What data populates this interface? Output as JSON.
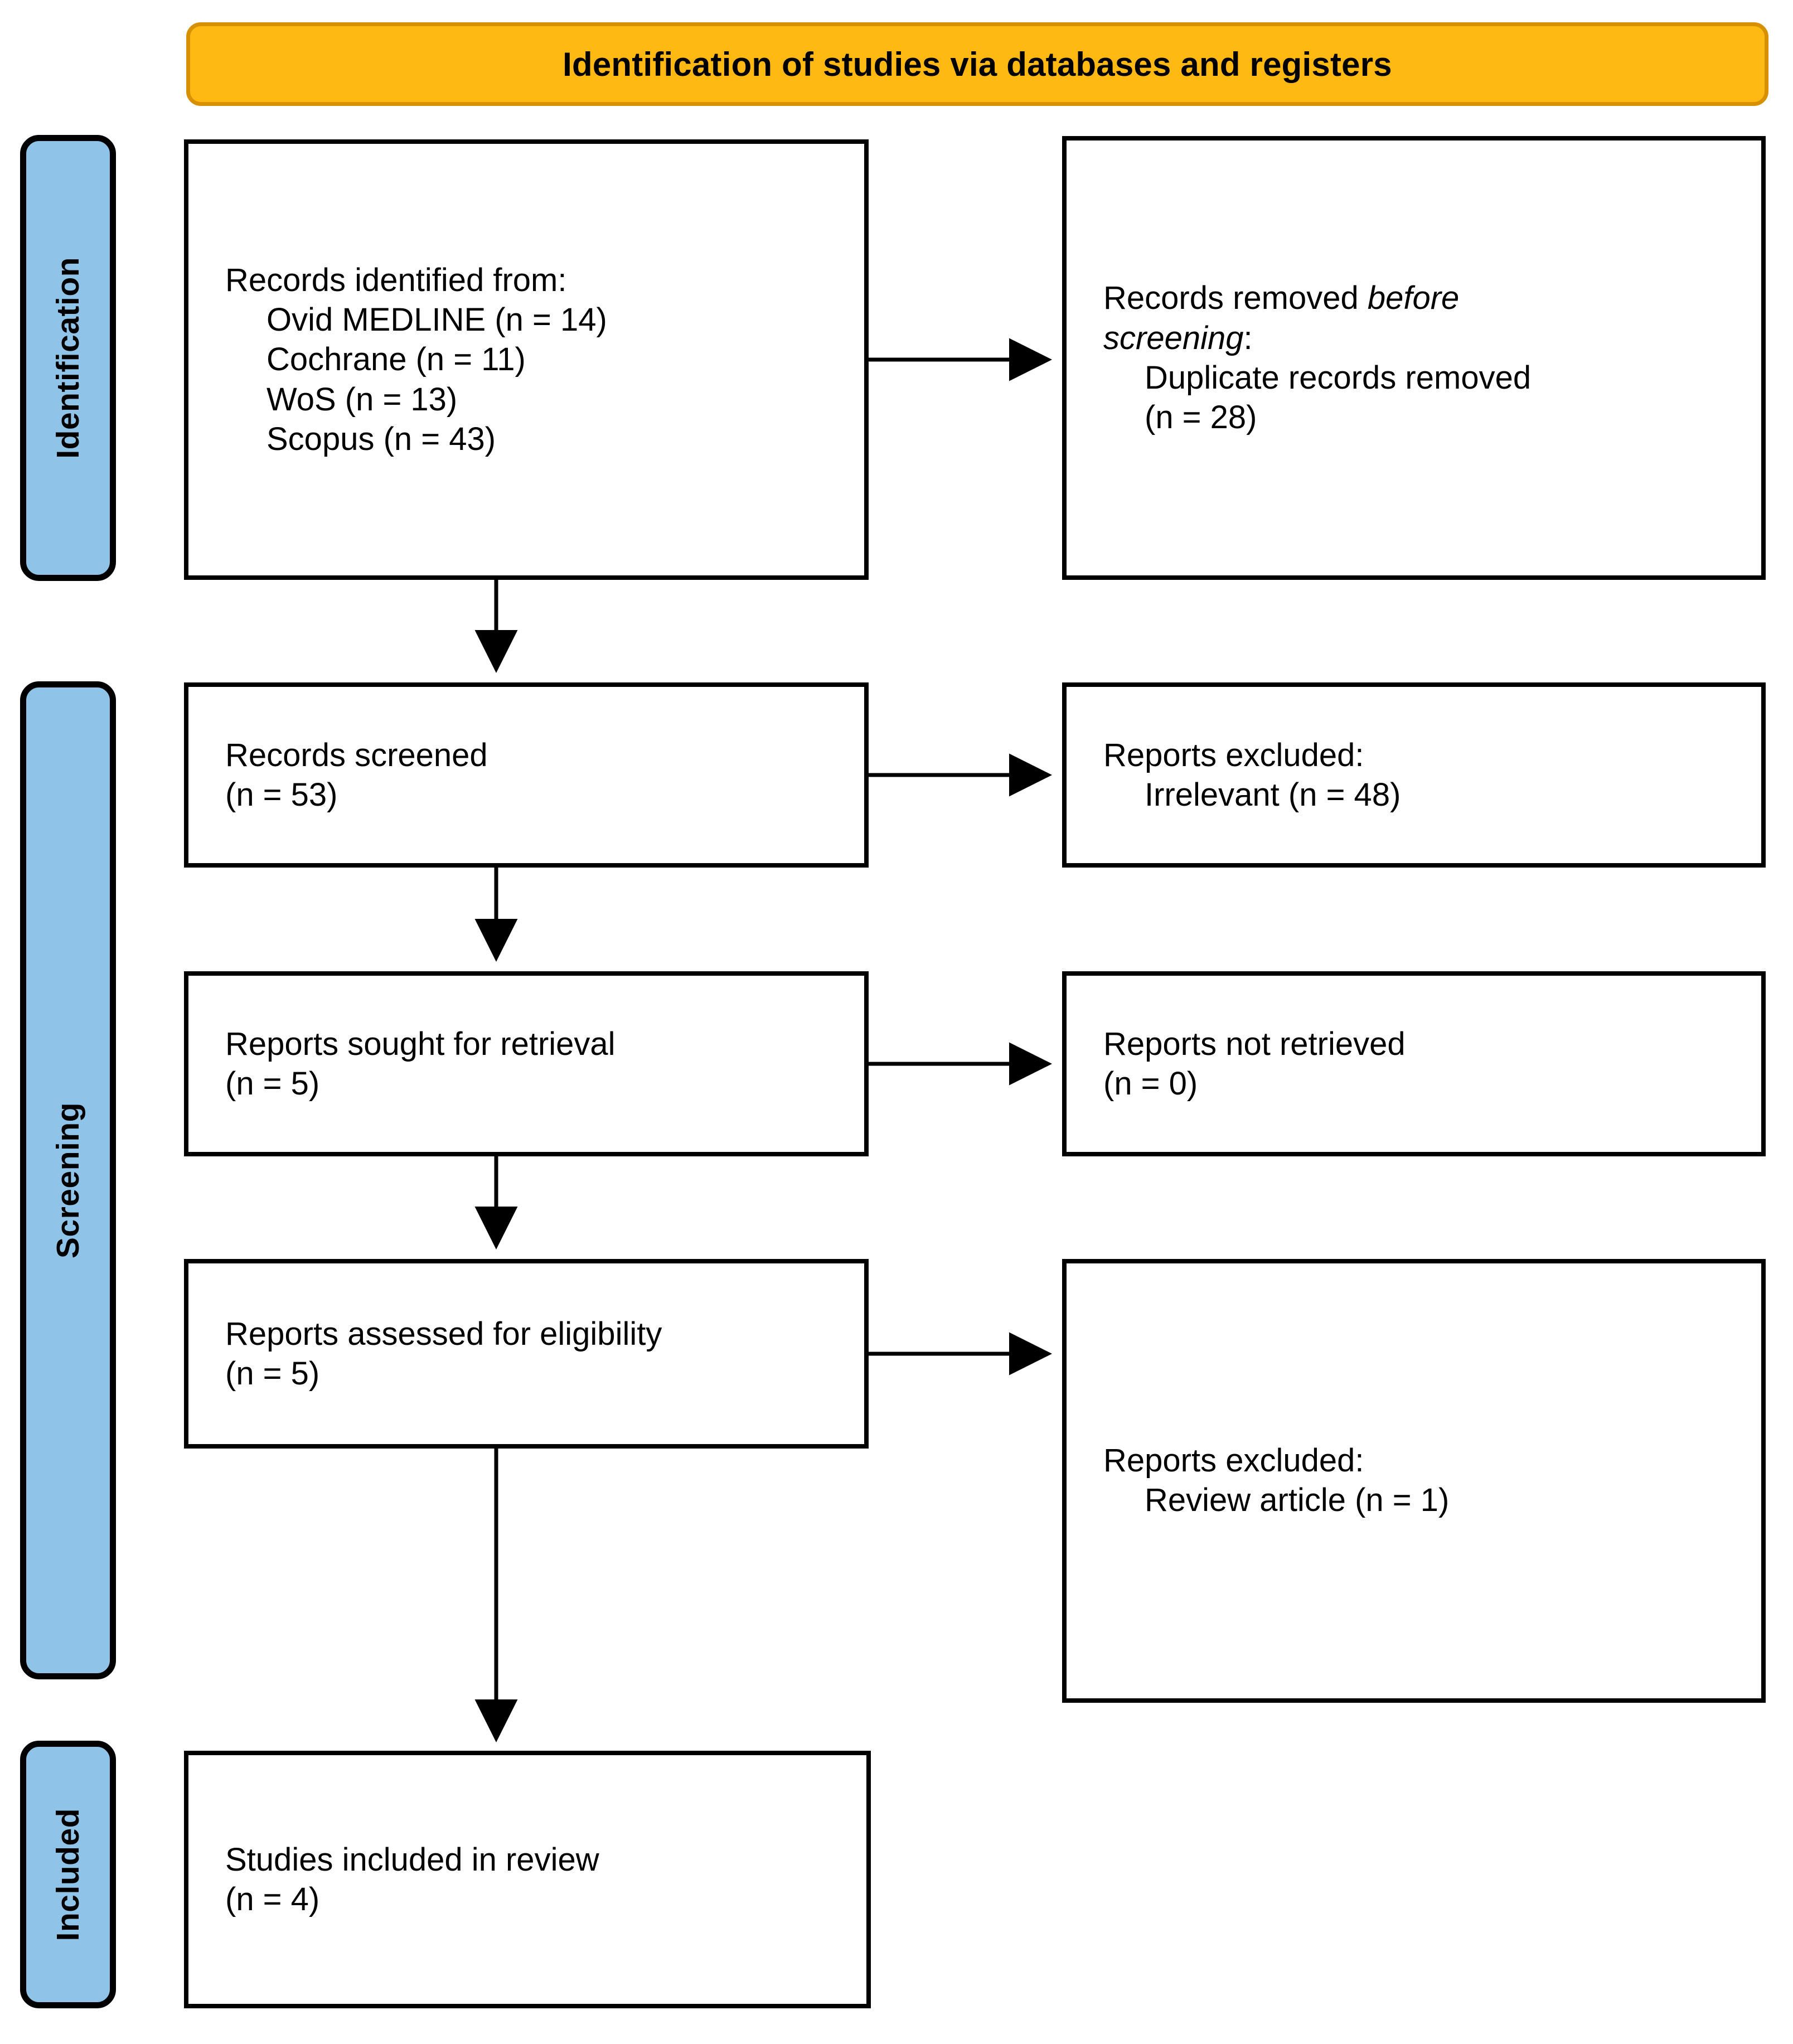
{
  "banner": {
    "title": "Identification of studies via databases and registers"
  },
  "phases": [
    {
      "id": "identification",
      "label": "Identification"
    },
    {
      "id": "screening",
      "label": "Screening"
    },
    {
      "id": "included",
      "label": "Included"
    }
  ],
  "boxes": {
    "identified": {
      "l1": "Records identified from:",
      "l2": "Ovid MEDLINE (n = 14)",
      "l3": "Cochrane (n = 11)",
      "l4": "WoS (n = 13)",
      "l5": "Scopus (n = 43)"
    },
    "removed": {
      "l1_a": "Records removed ",
      "l1_em": "before",
      "l2_em": "screening",
      "l2_b": ":",
      "l3": "Duplicate records removed",
      "l4": "(n = 28)"
    },
    "screened": {
      "l1": "Records screened",
      "l2": "(n = 53)"
    },
    "excluded1": {
      "l1": "Reports excluded:",
      "l2": "Irrelevant (n = 48)"
    },
    "sought": {
      "l1": "Reports sought for retrieval",
      "l2": "(n = 5)"
    },
    "notretrieved": {
      "l1": "Reports not retrieved",
      "l2": "(n = 0)"
    },
    "assessed": {
      "l1": "Reports assessed for eligibility",
      "l2": "(n = 5)"
    },
    "excluded2": {
      "l1": "Reports excluded:",
      "l2": "Review article (n = 1)"
    },
    "included": {
      "l1": "Studies included in review",
      "l2": "(n = 4)"
    }
  },
  "colors": {
    "banner_fill": "#FFB912",
    "banner_border": "#D79100",
    "phase_fill": "#8FC4E8",
    "box_border": "#000000",
    "text": "#000000"
  },
  "chart_data": {
    "type": "diagram",
    "title": "PRISMA 2020 flow diagram",
    "nodes": [
      {
        "id": "identified",
        "stage": "Identification",
        "label": "Records identified from databases",
        "counts": {
          "Ovid MEDLINE": 14,
          "Cochrane": 11,
          "WoS": 13,
          "Scopus": 43
        }
      },
      {
        "id": "removed",
        "stage": "Identification",
        "label": "Records removed before screening - duplicate records removed",
        "n": 28
      },
      {
        "id": "screened",
        "stage": "Screening",
        "label": "Records screened",
        "n": 53
      },
      {
        "id": "excluded1",
        "stage": "Screening",
        "label": "Reports excluded: Irrelevant",
        "n": 48
      },
      {
        "id": "sought",
        "stage": "Screening",
        "label": "Reports sought for retrieval",
        "n": 5
      },
      {
        "id": "notretrieved",
        "stage": "Screening",
        "label": "Reports not retrieved",
        "n": 0
      },
      {
        "id": "assessed",
        "stage": "Screening",
        "label": "Reports assessed for eligibility",
        "n": 5
      },
      {
        "id": "excluded2",
        "stage": "Screening",
        "label": "Reports excluded: Review article",
        "n": 1
      },
      {
        "id": "included",
        "stage": "Included",
        "label": "Studies included in review",
        "n": 4
      }
    ],
    "edges": [
      {
        "from": "identified",
        "to": "removed",
        "direction": "right"
      },
      {
        "from": "identified",
        "to": "screened",
        "direction": "down"
      },
      {
        "from": "screened",
        "to": "excluded1",
        "direction": "right"
      },
      {
        "from": "screened",
        "to": "sought",
        "direction": "down"
      },
      {
        "from": "sought",
        "to": "notretrieved",
        "direction": "right"
      },
      {
        "from": "sought",
        "to": "assessed",
        "direction": "down"
      },
      {
        "from": "assessed",
        "to": "excluded2",
        "direction": "right"
      },
      {
        "from": "assessed",
        "to": "included",
        "direction": "down"
      }
    ]
  }
}
